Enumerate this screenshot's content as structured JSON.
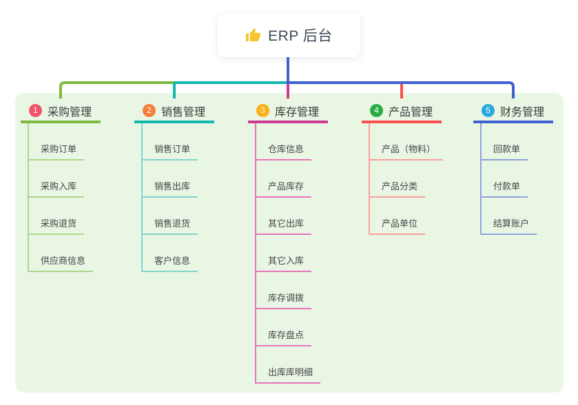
{
  "root": {
    "label": "ERP 后台",
    "icon": "thumbs-up",
    "icon_color": "#f7c52e",
    "text_color": "#3c4858"
  },
  "canvas": {
    "background": "#ffffff",
    "panel_background": "#e9f6e4"
  },
  "connector": {
    "root_line_color": "#4a5ed2"
  },
  "branches": [
    {
      "index": "1",
      "label": "采购管理",
      "badge_color": "#f0536b",
      "line_color": "#7cb93f",
      "child_line_color": "#aed689",
      "children": [
        "采购订单",
        "采购入库",
        "采购退货",
        "供应商信息"
      ]
    },
    {
      "index": "2",
      "label": "销售管理",
      "badge_color": "#f57e3c",
      "line_color": "#12b7ae",
      "child_line_color": "#7fd5cd",
      "children": [
        "销售订单",
        "销售出库",
        "销售退货",
        "客户信息"
      ]
    },
    {
      "index": "3",
      "label": "库存管理",
      "badge_color": "#fbb016",
      "line_color": "#ce3a92",
      "child_line_color": "#e773b8",
      "children": [
        "仓库信息",
        "产品库存",
        "其它出库",
        "其它入库",
        "库存调拨",
        "库存盘点",
        "出库库明细"
      ]
    },
    {
      "index": "4",
      "label": "产品管理",
      "badge_color": "#2bab47",
      "line_color": "#f8504d",
      "child_line_color": "#fba09b",
      "children": [
        "产品（物料）",
        "产品分类",
        "产品单位"
      ]
    },
    {
      "index": "5",
      "label": "财务管理",
      "badge_color": "#29a9df",
      "line_color": "#4161d2",
      "child_line_color": "#8da2dc",
      "children": [
        "回款单",
        "付款单",
        "结算账户"
      ]
    }
  ]
}
